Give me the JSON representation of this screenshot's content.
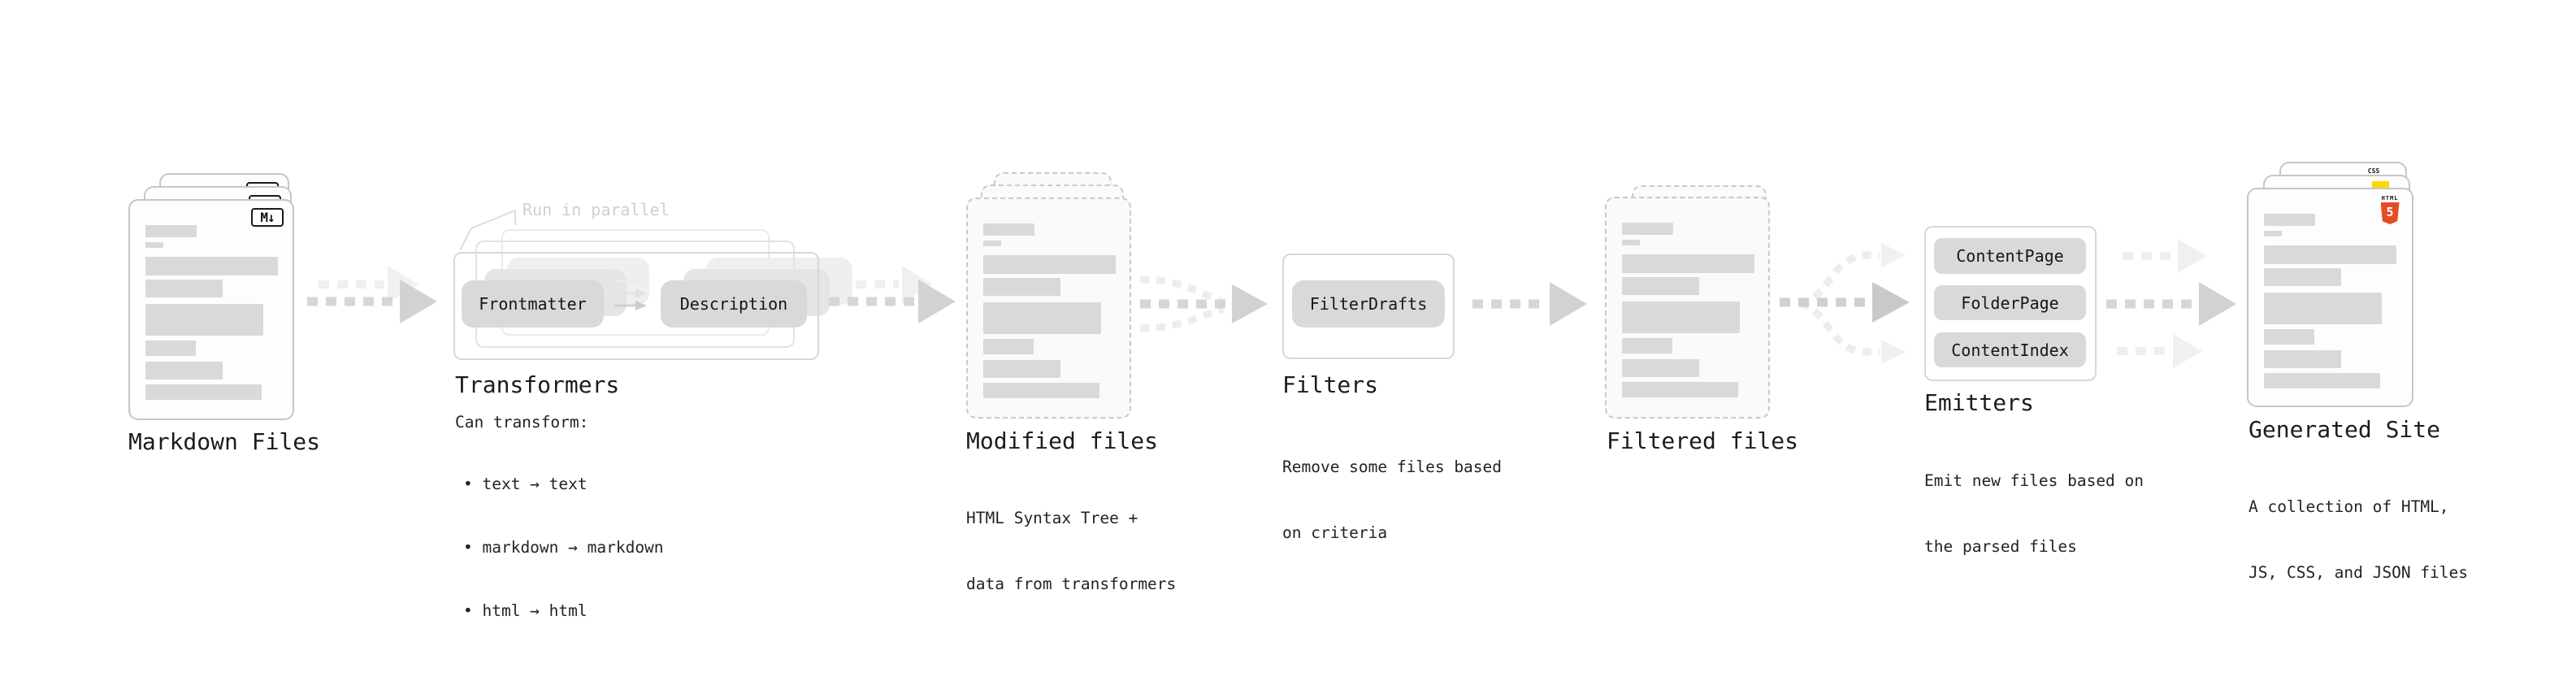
{
  "stages": {
    "markdown_files": {
      "label": "Markdown Files",
      "icon_text": "M↓"
    },
    "transformers": {
      "note": "Run in parallel",
      "pill_left": "Frontmatter",
      "pill_right": "Description",
      "heading": "Transformers",
      "subheading": "Can transform:",
      "bullets": [
        "• text → text",
        "• markdown → markdown",
        "• html → html"
      ]
    },
    "modified_files": {
      "label": "Modified files",
      "description_lines": [
        "HTML Syntax Tree +",
        "data from transformers"
      ]
    },
    "filters": {
      "heading": "Filters",
      "pill": "FilterDrafts",
      "description_lines": [
        "Remove some files based",
        "on criteria"
      ]
    },
    "filtered_files": {
      "label": "Filtered files"
    },
    "emitters": {
      "heading": "Emitters",
      "pills": [
        "ContentPage",
        "FolderPage",
        "ContentIndex"
      ],
      "description_lines": [
        "Emit new files based on",
        "the parsed files"
      ]
    },
    "generated_site": {
      "label": "Generated Site",
      "description_lines": [
        "A collection of HTML,",
        "JS, CSS, and JSON files"
      ],
      "badges": {
        "html_label": "HTML",
        "html_number": "5",
        "css_label": "CSS"
      }
    }
  },
  "flow": [
    {
      "from": "Markdown Files",
      "to": "Transformers"
    },
    {
      "from": "Transformers",
      "to": "Modified files"
    },
    {
      "from": "Modified files",
      "to": "Filters"
    },
    {
      "from": "Filters",
      "to": "Filtered files"
    },
    {
      "from": "Filtered files",
      "to": "Emitters"
    },
    {
      "from": "Emitters",
      "to": "Generated Site"
    }
  ],
  "doc_bars": [
    {
      "t": 30,
      "w": 63,
      "h": 15
    },
    {
      "t": 51,
      "w": 22,
      "h": 7
    },
    {
      "t": 69,
      "w": 163,
      "h": 23
    },
    {
      "t": 97,
      "w": 95,
      "h": 22
    },
    {
      "t": 127,
      "w": 145,
      "h": 39
    },
    {
      "t": 172,
      "w": 62,
      "h": 19
    },
    {
      "t": 198,
      "w": 95,
      "h": 22
    },
    {
      "t": 226,
      "w": 143,
      "h": 19
    }
  ],
  "colors": {
    "background": "#ffffff",
    "card_border": "#c6c6c6",
    "dashed_border": "#c9c9c9",
    "doc_bar": "#d9d9d9",
    "pill_bg": "#d9d9d9",
    "box_border": "#d8d8d8",
    "arrow": "#d2d2d2",
    "arrow_ghost": "#f0f0f0",
    "note_text": "#cfcfcf",
    "text": "#1c1c1c",
    "html5_orange": "#e44d26",
    "js_yellow": "#ffd600",
    "css_blue": "#2965f1"
  }
}
